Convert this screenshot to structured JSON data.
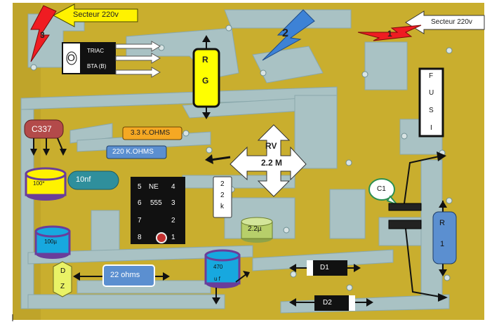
{
  "colors": {
    "board": "#c9ae2e",
    "trace": "#a9c2c4",
    "trace_dark": "#7e9ea2",
    "mains_arrow": "#fff200",
    "bolt_red": "#ef1c22",
    "bolt_blue": "#3d82d6",
    "resistor_orange": "#f5a823",
    "resistor_blue": "#5b8fd0",
    "cap_cyan": "#17a8df",
    "cap_purple": "#6a3d9a",
    "dz_yellow": "#e9f266",
    "c337_red": "#b34a4a",
    "cap_teal": "#2f8f9c",
    "rg_yellow": "#ffff00",
    "olive": "#b7cf6a"
  },
  "labels": {
    "secteur_left": "Secteur 220v",
    "secteur_right": "Secteur 220v",
    "bolt_1": "1",
    "bolt_2": "2",
    "bolt_3": "3",
    "triac_o": "O",
    "triac_line1": "TRIAC",
    "triac_line2": "BTA (B)",
    "rg_r": "R",
    "rg_g": "G",
    "fusi": [
      "F",
      "U",
      "S",
      "I"
    ],
    "c337": "C337",
    "r_3k3": "3.3 K.OHMS",
    "r_220k": "220 K.OHMS",
    "rv_name": "RV",
    "rv_value": "2.2 M",
    "cap_100star": "100*",
    "cap_10nf": "10nf",
    "ne555": {
      "row1": [
        "5",
        "NE",
        "4"
      ],
      "row2": [
        "6",
        "555",
        "3"
      ],
      "row3": [
        "7",
        "",
        "2"
      ],
      "row4": [
        "8",
        "",
        "1"
      ]
    },
    "r_22k": [
      "2",
      "2",
      "k"
    ],
    "c1": "C1",
    "r1": [
      "R",
      "1"
    ],
    "cap_2u2": "2.2µ",
    "cap_100u": "100µ",
    "dz": [
      "D",
      "Z"
    ],
    "r_22ohm": "22 ohms",
    "cap_470": [
      "470",
      "u f"
    ],
    "d1": "D1",
    "d2": "D2"
  }
}
